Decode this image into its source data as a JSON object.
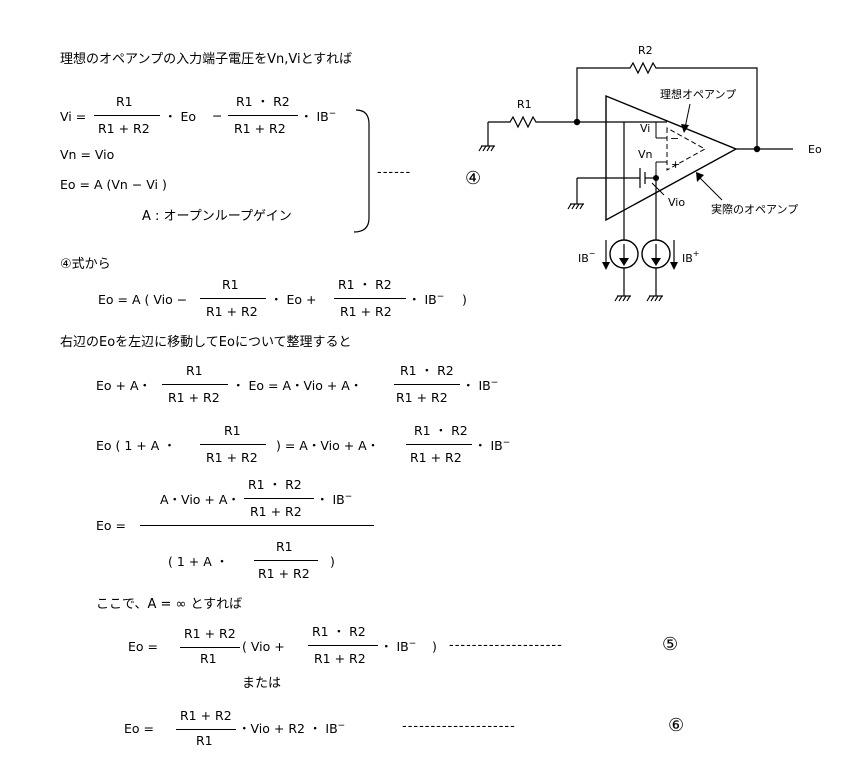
{
  "intro": "理想のオペアンプの入力端子電圧をVn,Viとすれば",
  "eq4": {
    "vi_lhs": "Vi =",
    "frac1_num": "R1",
    "frac1_den": "R1 + R2",
    "mid1": "・ Eo",
    "minus": "−",
    "frac2_num": "R1 ・ R2",
    "frac2_den": "R1 + R2",
    "tail": "・ IB",
    "tail_sup": "−",
    "vn": "Vn = Vio",
    "eo": "Eo = A (Vn − Vi )",
    "gain": "A : オープンループゲイン",
    "dashes": "------",
    "marker": "④"
  },
  "from4": "④式から",
  "eq_from4": {
    "lhs": "Eo = A ( Vio −",
    "f1_num": "R1",
    "f1_den": "R1 + R2",
    "mid": "・ Eo   +",
    "f2_num": "R1 ・ R2",
    "f2_den": "R1 + R2",
    "tail": "・ IB",
    "tail_sup": "−",
    "close": ")"
  },
  "move_text": "右辺のEoを左辺に移動してEoについて整理すると",
  "eq_a": {
    "lhs": "Eo  +  A・",
    "f1_num": "R1",
    "f1_den": "R1 + R2",
    "mid": "・ Eo   =  A・Vio  +  A・",
    "f2_num": "R1 ・ R2",
    "f2_den": "R1 + R2",
    "tail": "・ IB",
    "tail_sup": "−"
  },
  "eq_b": {
    "lhs": "Eo ( 1  +    A ・",
    "f1_num": "R1",
    "f1_den": "R1 + R2",
    "mid": ")  =  A・Vio  +  A・",
    "f2_num": "R1 ・ R2",
    "f2_den": "R1 + R2",
    "tail": "・ IB",
    "tail_sup": "−"
  },
  "eq_c": {
    "lhs": "Eo =",
    "num_a": "A・Vio  +  A・",
    "num_f_num": "R1 ・ R2",
    "num_f_den": "R1 + R2",
    "num_tail": "・ IB",
    "num_tail_sup": "−",
    "den_a": "( 1  +     A ・",
    "den_f_num": "R1",
    "den_f_den": "R1 + R2",
    "den_close": ")"
  },
  "infinity_text": "ここで、A = ∞  とすれば",
  "eq5": {
    "lhs": "Eo    =",
    "f1_num": "R1 + R2",
    "f1_den": "R1",
    "mid": "(  Vio   +",
    "f2_num": "R1 ・ R2",
    "f2_den": "R1 + R2",
    "tail": "・ IB",
    "tail_sup": "−",
    "close": ")",
    "dashes": "--------------------",
    "marker": "⑤"
  },
  "or_text": "または",
  "eq6": {
    "lhs": "Eo    =",
    "f1_num": "R1 + R2",
    "f1_den": "R1",
    "tail": "・Vio  +   R2  ・ IB",
    "tail_sup": "−",
    "dashes": "--------------------",
    "marker": "⑥"
  },
  "circuit": {
    "r1": "R1",
    "r2": "R2",
    "eo": "Eo",
    "vi": "Vi",
    "vn": "Vn",
    "plus": "+",
    "minus": "−",
    "vio": "Vio",
    "ideal_opamp": "理想オペアンプ",
    "real_opamp": "実際のオペアンプ",
    "ib_minus": "IB",
    "ib_minus_sup": "−",
    "ib_plus": "IB",
    "ib_plus_sup": "+"
  }
}
